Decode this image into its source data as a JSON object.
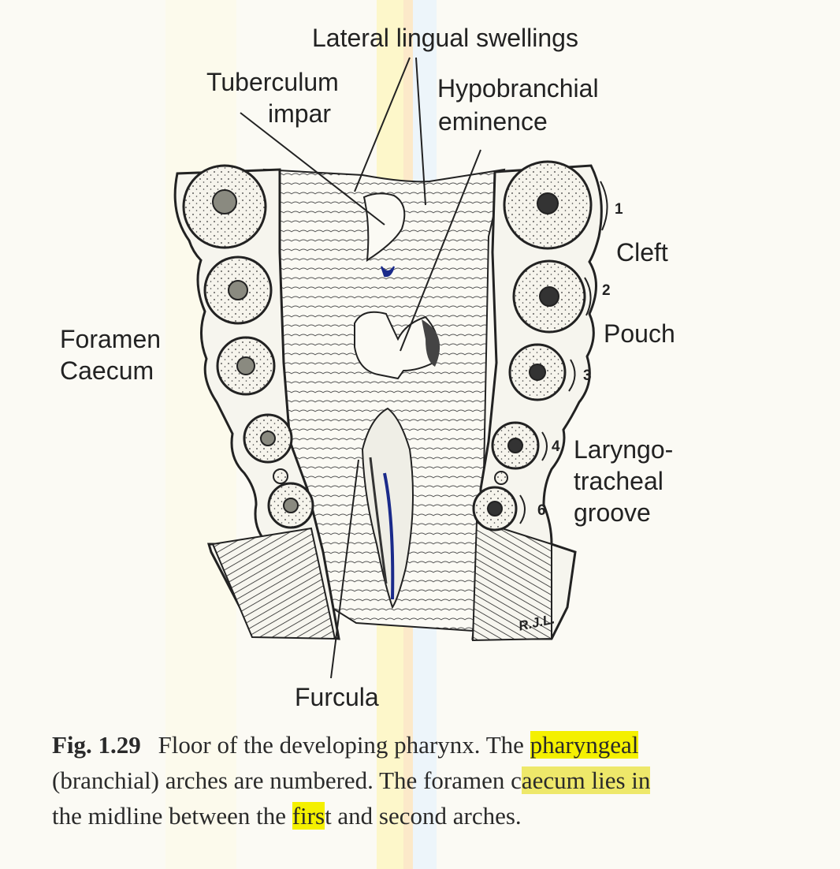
{
  "labels": {
    "lateral_lingual_swellings": "Lateral lingual swellings",
    "tuberculum_impar": [
      "Tuberculum",
      "impar"
    ],
    "hypobranchial_eminence": [
      "Hypobranchial",
      "eminence"
    ],
    "foramen_caecum": [
      "Foramen",
      "Caecum"
    ],
    "cleft": "Cleft",
    "pouch": "Pouch",
    "laryngotracheal_groove": [
      "Laryngo-",
      "tracheal",
      "groove"
    ],
    "furcula": "Furcula",
    "artist_initials": "R.J.L."
  },
  "arch_numbers": [
    "1",
    "2",
    "3",
    "4",
    "6"
  ],
  "caption": {
    "fig_number": "Fig. 1.29",
    "segments": [
      "Floor of the developing pharynx. The",
      "pharyngeal",
      "(branchial) arches are numbered. The foramen c",
      "aecum lies in",
      "the midline between the",
      "firs",
      "t and second arches."
    ]
  },
  "colors": {
    "highlight": "#f4f000",
    "ink": "#1e1e1e",
    "paper": "#fbfaf4"
  }
}
